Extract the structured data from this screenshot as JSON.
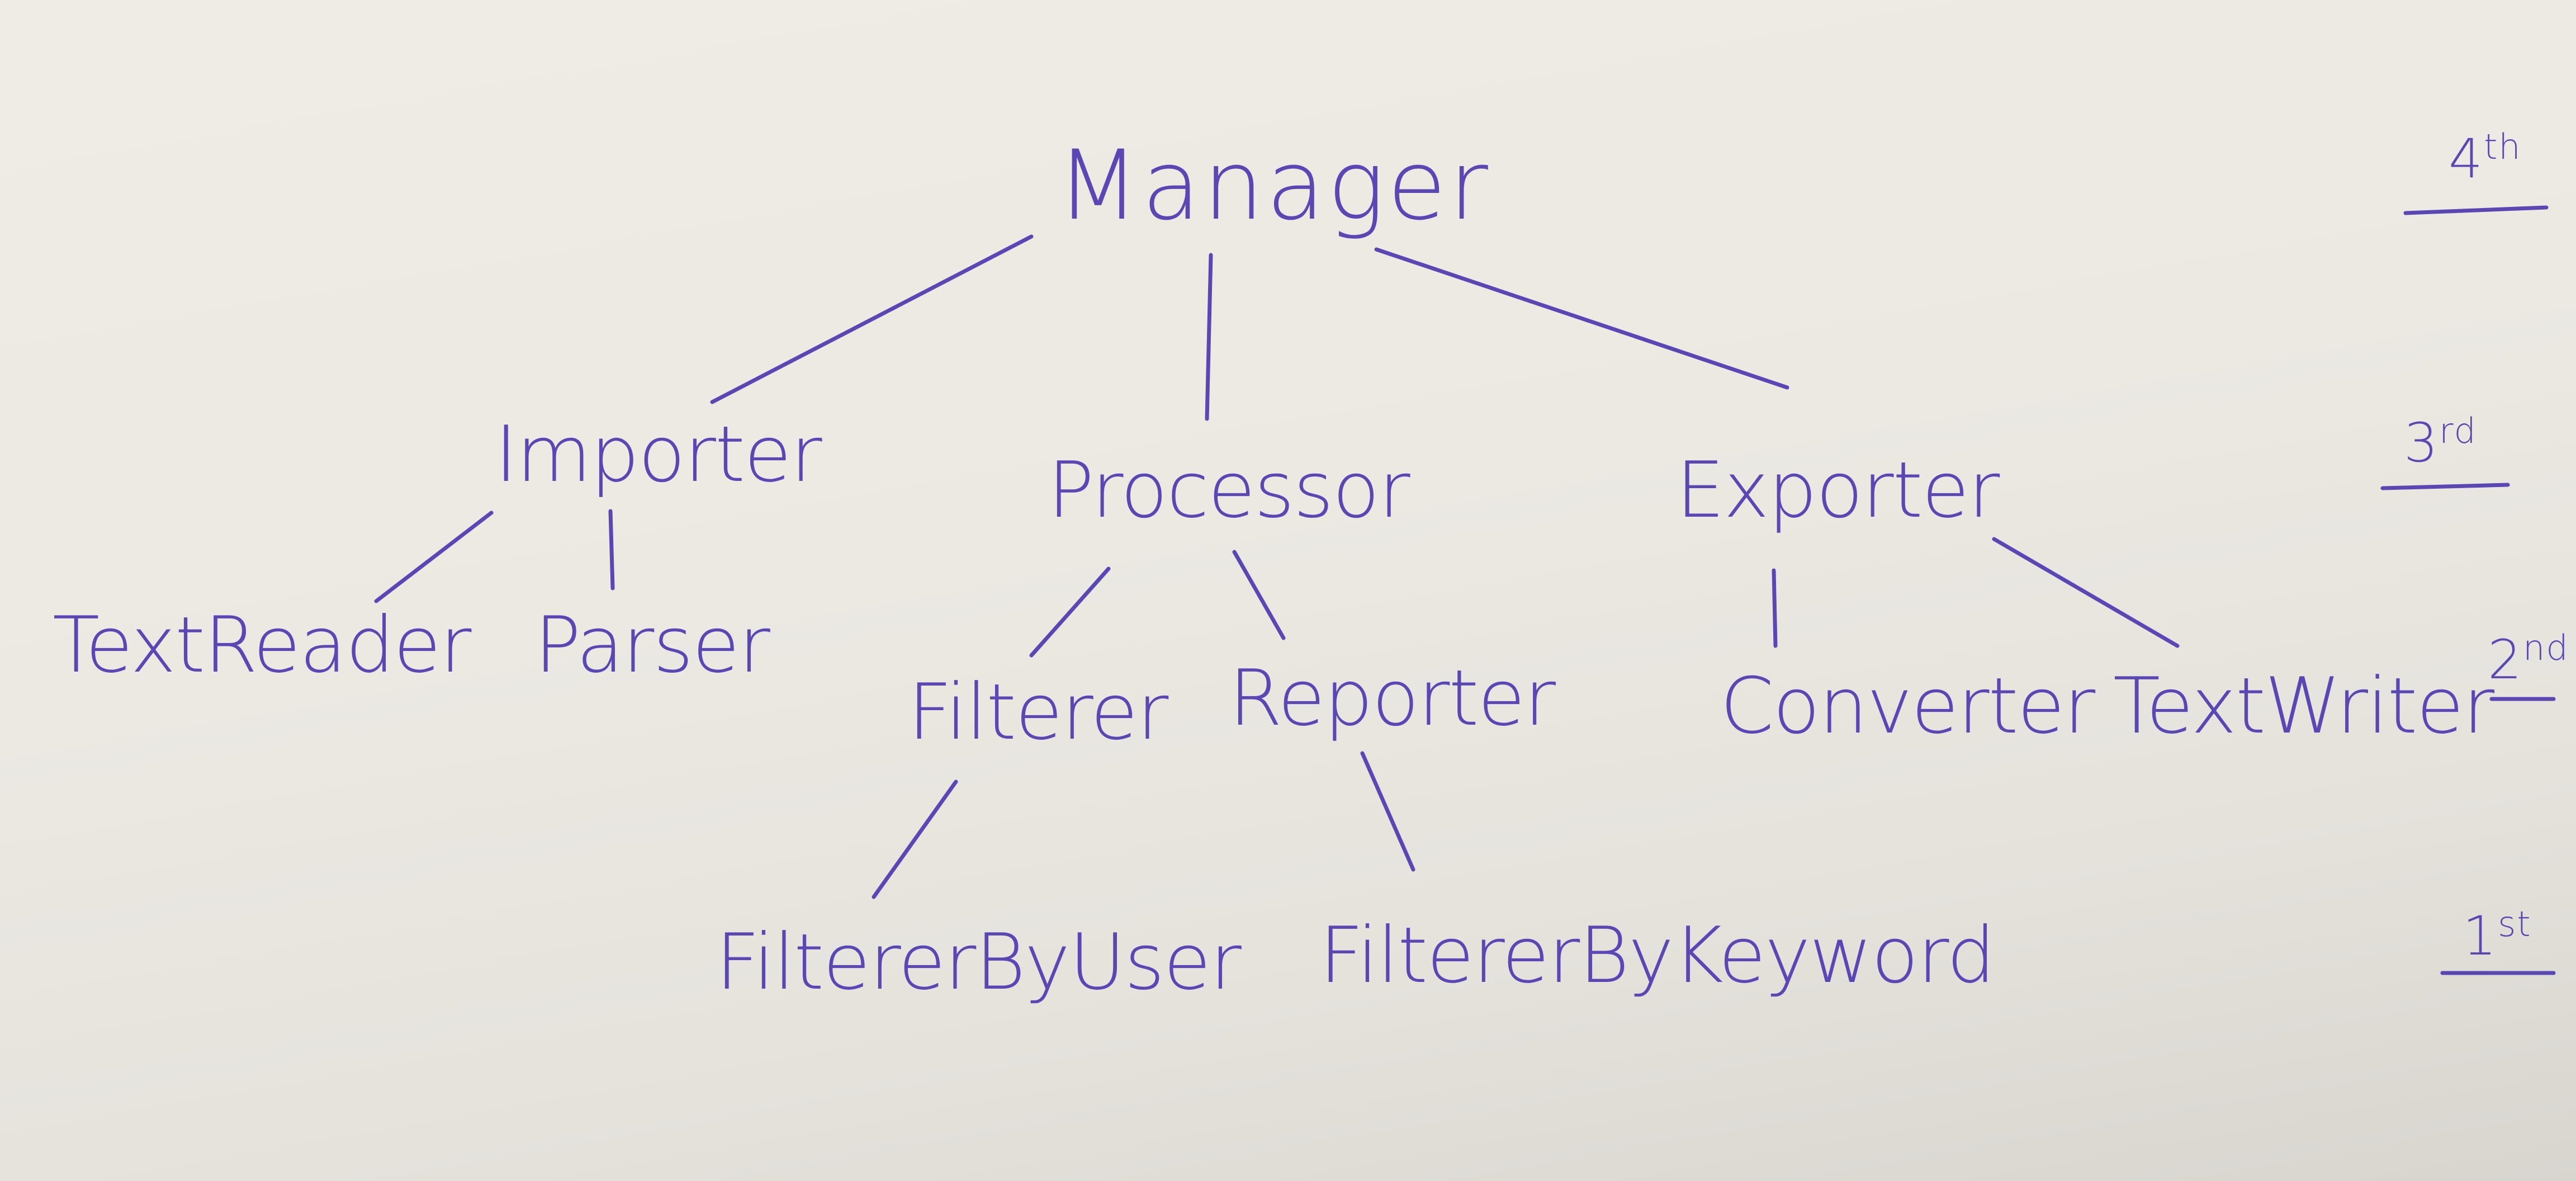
{
  "diagram": {
    "type": "hierarchy-tree",
    "ink_color": "#5a46b4",
    "root": {
      "label": "Manager"
    },
    "modules": [
      {
        "id": "importer",
        "label": "Importer",
        "children": [
          {
            "id": "textreader",
            "label": "TextReader"
          },
          {
            "id": "parser",
            "label": "Parser"
          }
        ]
      },
      {
        "id": "processor",
        "label": "Processor",
        "children": [
          {
            "id": "filterer",
            "label": "Filterer",
            "children": [
              {
                "id": "filtererbyuser",
                "label": "FiltererByUser"
              }
            ]
          },
          {
            "id": "reporter",
            "label": "Reporter",
            "children": [
              {
                "id": "filtererbykeyword",
                "label": "FiltererByKeyword"
              }
            ]
          }
        ]
      },
      {
        "id": "exporter",
        "label": "Exporter",
        "children": [
          {
            "id": "converter",
            "label": "Converter"
          },
          {
            "id": "textwriter",
            "label": "TextWriter"
          }
        ]
      }
    ],
    "levels": [
      {
        "number": "4",
        "suffix": "th"
      },
      {
        "number": "3",
        "suffix": "rd"
      },
      {
        "number": "2",
        "suffix": "nd"
      },
      {
        "number": "1",
        "suffix": "st"
      }
    ]
  }
}
